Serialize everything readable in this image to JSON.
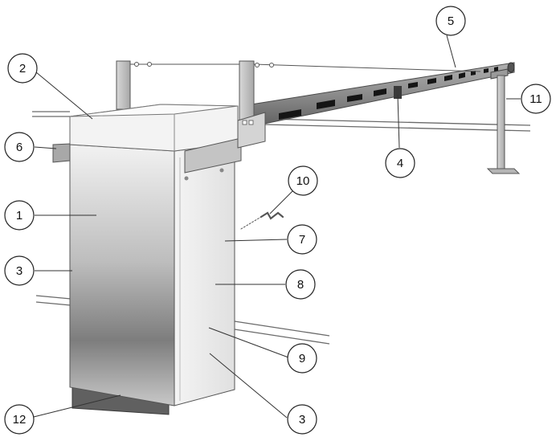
{
  "colors": {
    "line": "#4a4a4a",
    "arm_body": "#8c8c8c",
    "arm_stripe": "#1a1a1a",
    "cabinet_light": "#ececec",
    "cabinet_dark": "#7a7a7a",
    "base": "#6a6a6a",
    "callout_stroke": "#222222"
  },
  "callouts": [
    {
      "id": "c1",
      "label": "1"
    },
    {
      "id": "c2",
      "label": "2"
    },
    {
      "id": "c3a",
      "label": "3"
    },
    {
      "id": "c3b",
      "label": "3"
    },
    {
      "id": "c4",
      "label": "4"
    },
    {
      "id": "c5",
      "label": "5"
    },
    {
      "id": "c6",
      "label": "6"
    },
    {
      "id": "c7",
      "label": "7"
    },
    {
      "id": "c8",
      "label": "8"
    },
    {
      "id": "c9",
      "label": "9"
    },
    {
      "id": "c10",
      "label": "10"
    },
    {
      "id": "c11",
      "label": "11"
    },
    {
      "id": "c12",
      "label": "12"
    }
  ],
  "icons": {
    "crank_handle": "crank-handle-icon"
  }
}
